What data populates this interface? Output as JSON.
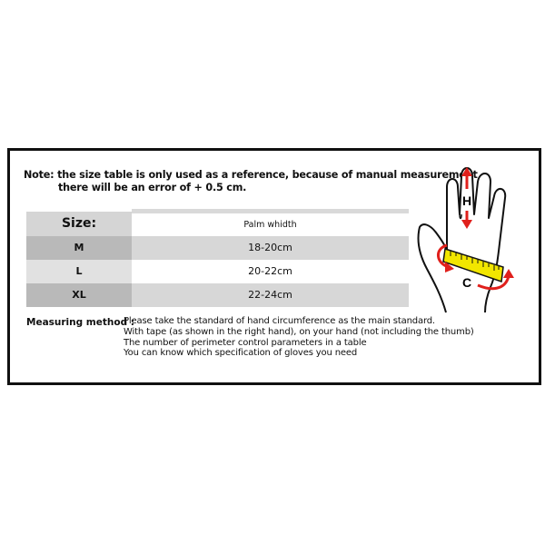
{
  "note": {
    "line1": "Note: the size table is only used as a reference, because of manual measurement",
    "line2": "there will be an error of + 0.5 cm."
  },
  "size_table": {
    "header": {
      "size_label": "Size:",
      "measure_label": "Palm whidth"
    },
    "rows": [
      {
        "size": "M",
        "palm_width": "18-20cm"
      },
      {
        "size": "L",
        "palm_width": "20-22cm"
      },
      {
        "size": "XL",
        "palm_width": "22-24cm"
      }
    ]
  },
  "measuring_method": {
    "label": "Measuring method :",
    "lines": [
      "Please take the standard of hand circumference as the main standard.",
      "With tape (as shown in the right hand), on your hand (not including the thumb)",
      "The number of perimeter control parameters in a table",
      "You can know which specification of gloves you need"
    ]
  },
  "diagram": {
    "height_label": "H",
    "circumference_label": "C",
    "colors": {
      "arrow": "#e0201c",
      "tape": "#f2e600",
      "outline": "#111111"
    }
  }
}
